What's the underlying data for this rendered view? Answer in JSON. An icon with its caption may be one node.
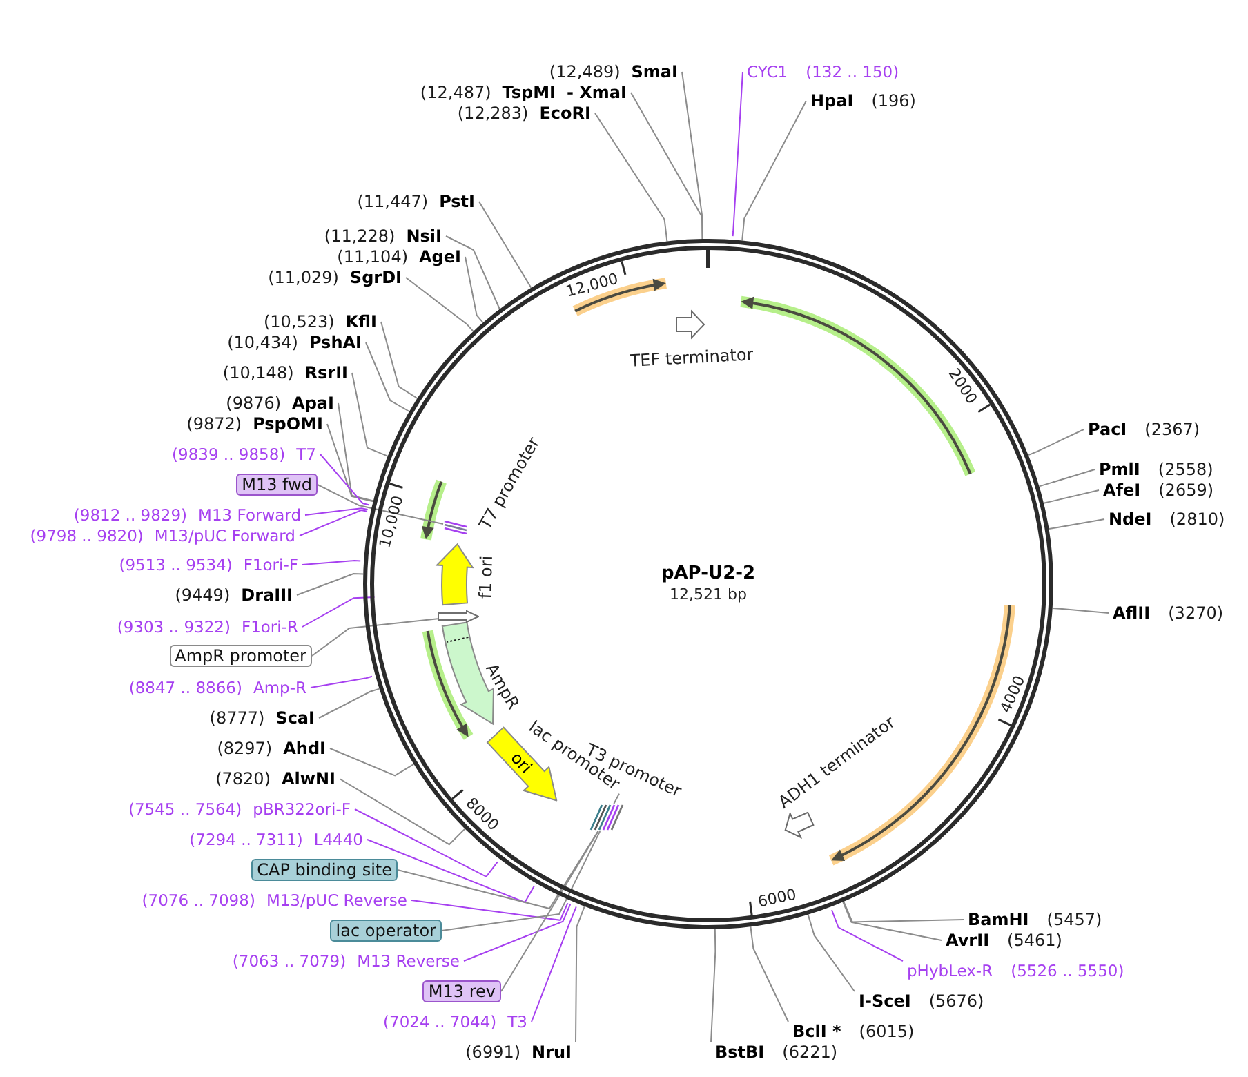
{
  "diagram": {
    "nodes": [
      {
        "text": [
          "pAP-U2-2",
          "12,521 bp"
        ]
      },
      {
        "text": [
          "ori"
        ],
        "in": 0
      },
      {
        "text": [],
        "shape": "arrow",
        "in": 0
      },
      {
        "text": [
          "lac promoter"
        ],
        "in": 0
      },
      {
        "text": [
          "(12,489)",
          "SmaI"
        ]
      },
      {
        "text": [
          "CYC1",
          "(132 .. 150)"
        ]
      },
      {
        "text": [
          "(12,487)",
          "TspMI",
          "- XmaI"
        ]
      },
      {
        "text": [
          "HpaI",
          "(196)"
        ]
      },
      {
        "text": [
          "(12,283)",
          "EcoRI"
        ]
      },
      {
        "text": [
          "(11,447)",
          "PstI"
        ]
      },
      {
        "text": [
          "(11,228)",
          "NsiI"
        ]
      },
      {
        "text": [
          "(11,104)",
          "AgeI"
        ]
      },
      {
        "text": [
          "(11,029)",
          "SgrDI"
        ]
      },
      {
        "text": [
          "(10,523)",
          "KflI"
        ]
      },
      {
        "text": [
          "(10,434)",
          "PshAI"
        ]
      },
      {
        "text": [
          "(10,148)",
          "RsrII"
        ]
      },
      {
        "text": [
          "(9876)",
          "ApaI"
        ]
      },
      {
        "text": [
          "(9872)",
          "PspOMI"
        ]
      },
      {
        "text": [
          "(9839 .. 9858)",
          "T7"
        ]
      },
      {
        "text": [
          "M13 fwd"
        ]
      },
      {
        "text": [
          "(9812 .. 9829)",
          "M13 Forward"
        ]
      },
      {
        "text": [
          "(9798 .. 9820)",
          "M13/pUC Forward"
        ]
      },
      {
        "text": [
          "(9513 .. 9534)",
          "F1ori-F"
        ]
      },
      {
        "text": [
          "(9449)",
          "DraIII"
        ]
      },
      {
        "text": [
          "(9303 .. 9322)",
          "F1ori-R"
        ]
      },
      {
        "text": [
          "AmpR promoter"
        ]
      },
      {
        "text": [
          "(8847 .. 8866)",
          "Amp-R"
        ]
      },
      {
        "text": [
          "(8777)",
          "ScaI"
        ]
      },
      {
        "text": [
          "(8297)",
          "AhdI"
        ]
      },
      {
        "text": [
          "(7820)",
          "AlwNI"
        ]
      },
      {
        "text": [
          "(7545 .. 7564)",
          "pBR322ori-F"
        ]
      },
      {
        "text": [
          "(7294 .. 7311)",
          "L4440"
        ]
      },
      {
        "text": [
          "CAP binding site"
        ]
      },
      {
        "text": [
          "(7076 .. 7098)",
          "M13/pUC Reverse"
        ]
      },
      {
        "text": [
          "lac operator"
        ]
      },
      {
        "text": [
          "(7063 .. 7079)",
          "M13 Reverse"
        ]
      },
      {
        "text": [
          "M13 rev"
        ]
      },
      {
        "text": [
          "(7024 .. 7044)",
          "T3"
        ]
      },
      {
        "text": [
          "(6991)",
          "NruI"
        ]
      },
      {
        "text": [
          "PacI",
          "(2367)"
        ]
      },
      {
        "text": [
          "PmlI",
          "(2558)"
        ]
      },
      {
        "text": [
          "AfeI",
          "(2659)"
        ]
      },
      {
        "text": [
          "NdeI",
          "(2810)"
        ]
      },
      {
        "text": [
          "AflII",
          "(3270)"
        ]
      },
      {
        "text": [
          "BamHI",
          "(5457)"
        ]
      },
      {
        "text": [
          "AvrII",
          "(5461)"
        ]
      },
      {
        "text": [
          "pHybLex-R",
          "(5526 .. 5550)"
        ]
      },
      {
        "text": [
          "I-SceI",
          "(5676)"
        ]
      },
      {
        "text": [
          "BclI *",
          "(6015)"
        ]
      },
      {
        "text": [
          "BstBI",
          "(6221)"
        ]
      },
      {
        "text": [],
        "shape": "bar",
        "in": 0
      },
      {
        "text": [],
        "shape": "bar",
        "in": 0
      },
      {
        "text": [
          "f1 ori"
        ],
        "in": 0
      }
    ],
    "edges": [
      {
        "from": 4,
        "to": 0,
        "arrow": "none"
      },
      {
        "from": 5,
        "to": 0,
        "arrow": "none",
        "color": "#a640f0"
      },
      {
        "from": 6,
        "to": 0,
        "arrow": "none"
      },
      {
        "from": 7,
        "to": 0,
        "arrow": "none"
      },
      {
        "from": 8,
        "to": 0,
        "arrow": "none"
      },
      {
        "from": 9,
        "to": 0,
        "arrow": "none"
      },
      {
        "from": 10,
        "to": 0,
        "arrow": "none"
      },
      {
        "from": 11,
        "to": 0,
        "arrow": "none"
      },
      {
        "from": 12,
        "to": 0,
        "arrow": "none"
      },
      {
        "from": 13,
        "to": 0,
        "arrow": "none"
      },
      {
        "from": 14,
        "to": 0,
        "arrow": "none"
      },
      {
        "from": 15,
        "to": 0,
        "arrow": "none"
      },
      {
        "from": 16,
        "to": 0,
        "arrow": "none"
      },
      {
        "from": 17,
        "to": 0,
        "arrow": "none"
      },
      {
        "from": 18,
        "to": 0,
        "arrow": "none",
        "color": "#a640f0"
      },
      {
        "from": 19,
        "to": 50,
        "arrow": "none"
      },
      {
        "from": 20,
        "to": 0,
        "arrow": "none",
        "color": "#a640f0"
      },
      {
        "from": 21,
        "to": 0,
        "arrow": "none",
        "color": "#a640f0"
      },
      {
        "from": 22,
        "to": 0,
        "arrow": "none",
        "color": "#a640f0"
      },
      {
        "from": 23,
        "to": 0,
        "arrow": "none"
      },
      {
        "from": 24,
        "to": 0,
        "arrow": "none",
        "color": "#a640f0"
      },
      {
        "from": 25,
        "to": 2,
        "arrow": "none"
      },
      {
        "from": 26,
        "to": 0,
        "arrow": "none",
        "color": "#a640f0"
      },
      {
        "from": 27,
        "to": 0,
        "arrow": "none"
      },
      {
        "from": 28,
        "to": 0,
        "arrow": "none"
      },
      {
        "from": 29,
        "to": 0,
        "arrow": "none"
      },
      {
        "from": 30,
        "to": 0,
        "arrow": "none",
        "color": "#a640f0"
      },
      {
        "from": 31,
        "to": 0,
        "arrow": "none",
        "color": "#a640f0"
      },
      {
        "from": 32,
        "to": 51,
        "arrow": "none"
      },
      {
        "from": 33,
        "to": 0,
        "arrow": "none",
        "color": "#a640f0"
      },
      {
        "from": 34,
        "to": 51,
        "arrow": "none"
      },
      {
        "from": 35,
        "to": 0,
        "arrow": "none",
        "color": "#a640f0"
      },
      {
        "from": 36,
        "to": 51,
        "arrow": "none"
      },
      {
        "from": 37,
        "to": 0,
        "arrow": "none",
        "color": "#a640f0"
      },
      {
        "from": 38,
        "to": 0,
        "arrow": "none"
      },
      {
        "from": 39,
        "to": 0,
        "arrow": "none"
      },
      {
        "from": 40,
        "to": 0,
        "arrow": "none"
      },
      {
        "from": 41,
        "to": 0,
        "arrow": "none"
      },
      {
        "from": 42,
        "to": 0,
        "arrow": "none"
      },
      {
        "from": 43,
        "to": 0,
        "arrow": "none"
      },
      {
        "from": 44,
        "to": 0,
        "arrow": "none"
      },
      {
        "from": 45,
        "to": 0,
        "arrow": "none"
      },
      {
        "from": 46,
        "to": 0,
        "arrow": "none",
        "color": "#a640f0"
      },
      {
        "from": 47,
        "to": 0,
        "arrow": "none"
      },
      {
        "from": 48,
        "to": 0,
        "arrow": "none"
      },
      {
        "from": 49,
        "to": 0,
        "arrow": "none"
      },
      {
        "from": 3,
        "to": 51,
        "arrow": "none"
      }
    ],
    "labels": [
      "12,000",
      "TEF terminator",
      "2000",
      "T7 promoter",
      "10,000",
      "AmpR",
      "4000",
      "T3 promoter",
      "ADH1 terminator",
      "8000",
      "6000"
    ]
  }
}
